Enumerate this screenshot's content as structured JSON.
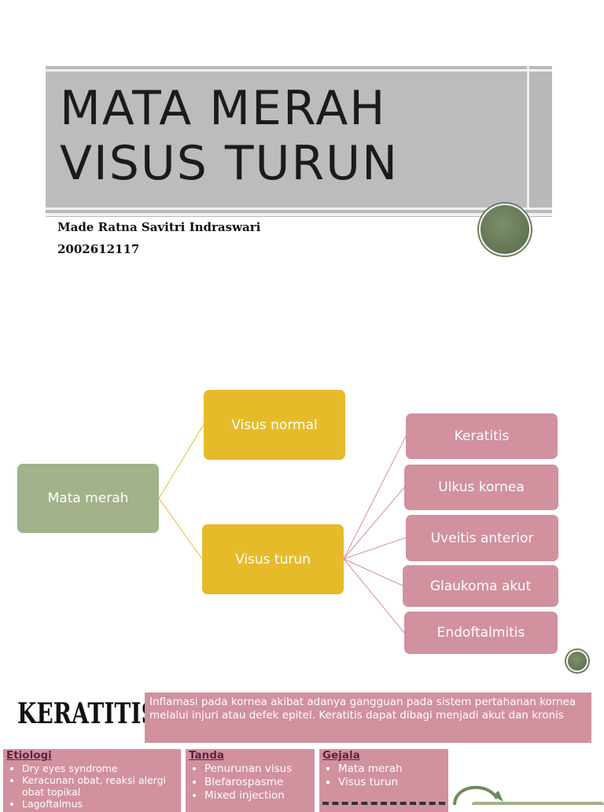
{
  "slide1": {
    "title_line1": "MATA MERAH",
    "title_line2": "VISUS TURUN",
    "author": "Made Ratna Savitri Indraswari",
    "student_id": "2002612117"
  },
  "diagram": {
    "root": "Mata merah",
    "level1": [
      "Visus normal",
      "Visus turun"
    ],
    "level2": [
      "Keratitis",
      "Ulkus kornea",
      "Uveitis anterior",
      "Glaukoma akut",
      "Endoftalmitis"
    ],
    "colors": {
      "root": "#a3b28b",
      "level1": "#e6bb2a",
      "level2": "#d1919f"
    }
  },
  "keratitis": {
    "heading": "KERATITIS",
    "definition": "Inflamasi pada kornea akibat adanya gangguan pada sistem pertahanan kornea melalui injuri atau defek epitel. Keratitis dapat dibagi menjadi akut dan kronis",
    "etiologi": {
      "title": "Etiologi",
      "items": [
        "Dry eyes syndrome",
        "Keracunan obat, reaksi alergi obat topikal",
        "Lagoftalmus"
      ]
    },
    "tanda": {
      "title": "Tanda",
      "items": [
        "Penurunan visus",
        "Blefarospasme",
        "Mixed injection"
      ]
    },
    "gejala": {
      "title": "Gejala",
      "items": [
        "Mata merah",
        "Visus turun"
      ]
    }
  }
}
